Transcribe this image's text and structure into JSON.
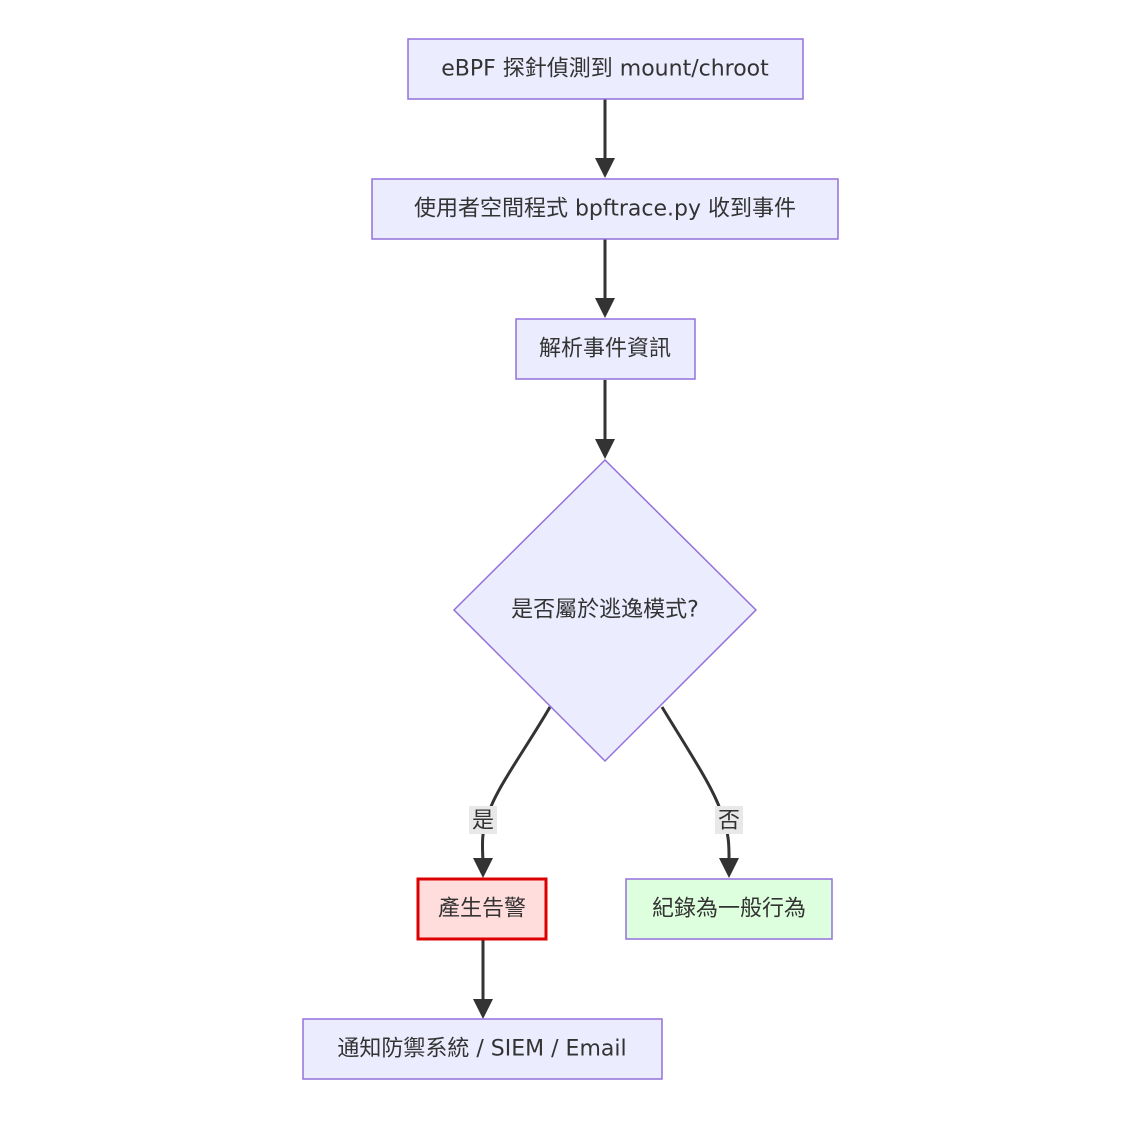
{
  "flowchart": {
    "nodes": {
      "ebpf_probe": {
        "label": "eBPF 探針偵測到 mount/chroot",
        "shape": "rect",
        "fill": "#ececff",
        "stroke": "#9370db"
      },
      "userspace": {
        "label": "使用者空間程式 bpftrace.py 收到事件",
        "shape": "rect",
        "fill": "#ececff",
        "stroke": "#9370db"
      },
      "parse": {
        "label": "解析事件資訊",
        "shape": "rect",
        "fill": "#ececff",
        "stroke": "#9370db"
      },
      "decision": {
        "label": "是否屬於逃逸模式?",
        "shape": "diamond",
        "fill": "#ececff",
        "stroke": "#9370db"
      },
      "alert": {
        "label": "產生告警",
        "shape": "rect",
        "fill": "#ffdddd",
        "stroke": "#dd0000"
      },
      "normal": {
        "label": "紀錄為一般行為",
        "shape": "rect",
        "fill": "#ddffdd",
        "stroke": "#9370db"
      },
      "notify": {
        "label": "通知防禦系統 / SIEM / Email",
        "shape": "rect",
        "fill": "#ececff",
        "stroke": "#9370db"
      }
    },
    "edges": [
      {
        "from": "ebpf_probe",
        "to": "userspace",
        "label": ""
      },
      {
        "from": "userspace",
        "to": "parse",
        "label": ""
      },
      {
        "from": "parse",
        "to": "decision",
        "label": ""
      },
      {
        "from": "decision",
        "to": "alert",
        "label": "是"
      },
      {
        "from": "decision",
        "to": "normal",
        "label": "否"
      },
      {
        "from": "alert",
        "to": "notify",
        "label": ""
      }
    ],
    "edge_labels": {
      "yes": "是",
      "no": "否"
    },
    "colors": {
      "edge": "#333333",
      "edge_label_bg": "#e8e8e8",
      "text": "#333333"
    }
  }
}
